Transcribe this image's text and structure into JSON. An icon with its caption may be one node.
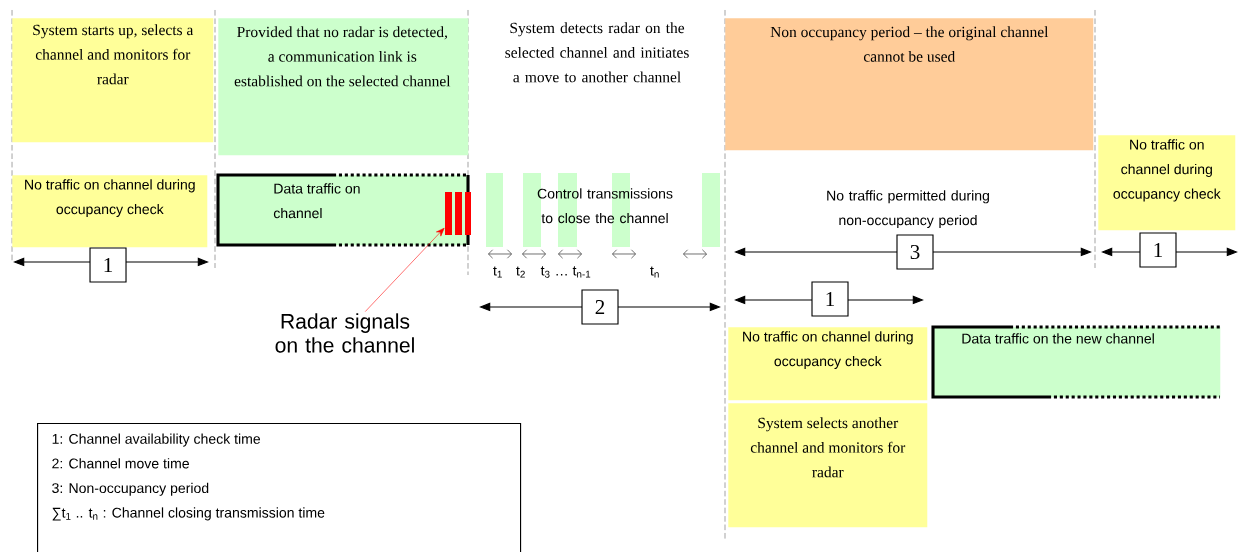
{
  "diagram": {
    "nodes": [
      {
        "text": [
          "System starts up, selects a channel and monitors for radar"
        ]
      },
      {
        "text": [
          "No traffic on channel during occupancy check"
        ]
      },
      {
        "text": [
          "Provided that no radar is detected, a communication link is established on the selected channel"
        ]
      },
      {
        "text": [
          "Data traffic on channel"
        ]
      },
      {
        "text": [],
        "shape": "bar",
        "in": 3
      },
      {
        "text": [
          "Radar signals on the channel"
        ]
      },
      {
        "text": [
          "Non occupancy period – the original channel cannot be used"
        ]
      },
      {
        "text": [
          "No traffic on channel during occupancy check"
        ]
      },
      {
        "text": [
          "No traffic on channel during occupancy check"
        ]
      },
      {
        "text": [
          "System selects another channel and monitors for radar"
        ]
      },
      {
        "text": [
          "Data traffic on the new channel"
        ]
      },
      {
        "text": [
          "1: Channel availability check time",
          "2: Channel move time",
          "3: Non-occupancy period",
          "∑t$_{1}$ .. t$_{n}$ : Channel closing transmission time"
        ]
      }
    ],
    "edges": [
      {
        "from": 5,
        "to": 4,
        "arrow": "to",
        "color": "#ff0000"
      }
    ],
    "labels": [
      "System detects radar on the selected channel and initiates a move to another channel",
      "Control transmissions to close the channel",
      "No traffic permitted during non-occupancy period",
      "1",
      "3",
      "1",
      "t$_{1}$",
      "t$_{2}$",
      "t$_{3}$ … t$_{n-1}$",
      "t$_{n}$",
      "2",
      "1"
    ]
  }
}
